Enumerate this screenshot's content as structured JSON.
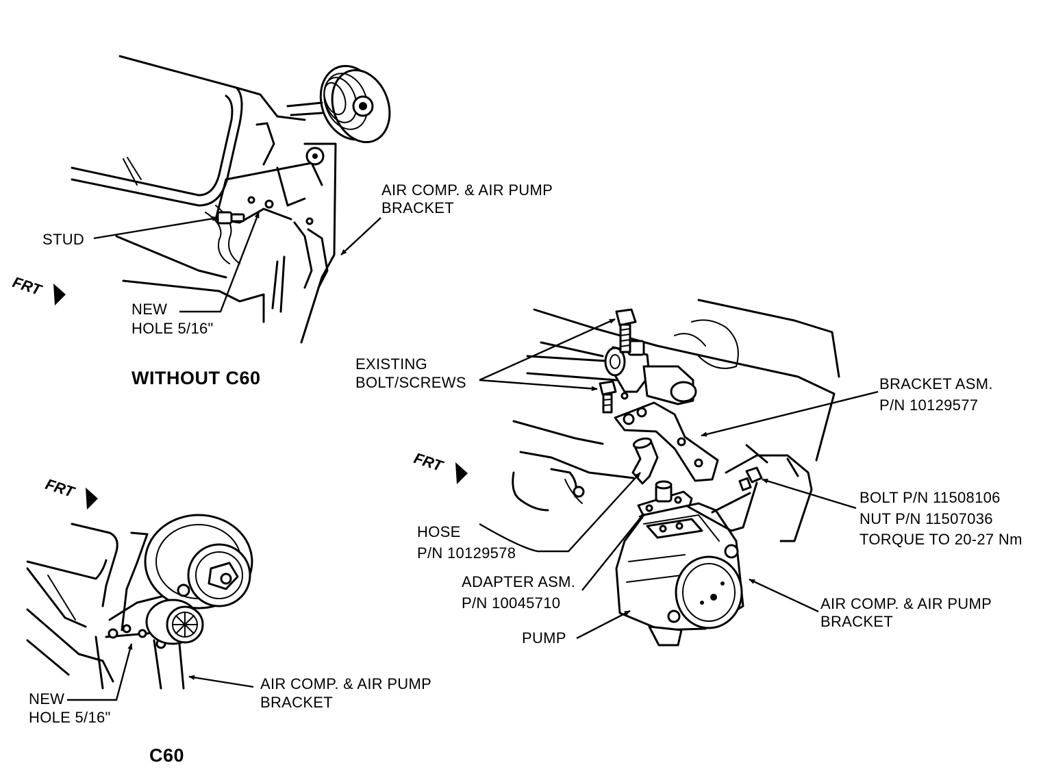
{
  "labels": {
    "stud": "STUD",
    "new_hole_top": [
      "NEW",
      "HOLE 5/16\""
    ],
    "air_bracket_top": [
      "AIR COMP. & AIR PUMP",
      "BRACKET"
    ],
    "title_without": "WITHOUT C60",
    "existing": [
      "EXISTING",
      "BOLT/SCREWS"
    ],
    "bracket_asm": [
      "BRACKET ASM.",
      "P/N 10129577"
    ],
    "bolt_nut": [
      "BOLT P/N 11508106",
      "NUT P/N 11507036",
      "TORQUE TO 20-27 Nm"
    ],
    "hose": [
      "HOSE",
      "P/N 10129578"
    ],
    "adapter": [
      "ADAPTER ASM.",
      "P/N 10045710"
    ],
    "air_bracket_right": [
      "AIR COMP. & AIR PUMP",
      "BRACKET"
    ],
    "pump": "PUMP",
    "new_hole_bottom": [
      "NEW",
      "HOLE 5/16\""
    ],
    "air_bracket_bottom": [
      "AIR COMP. & AIR PUMP",
      "BRACKET"
    ],
    "title_c60": "C60",
    "frt": "FRT"
  }
}
